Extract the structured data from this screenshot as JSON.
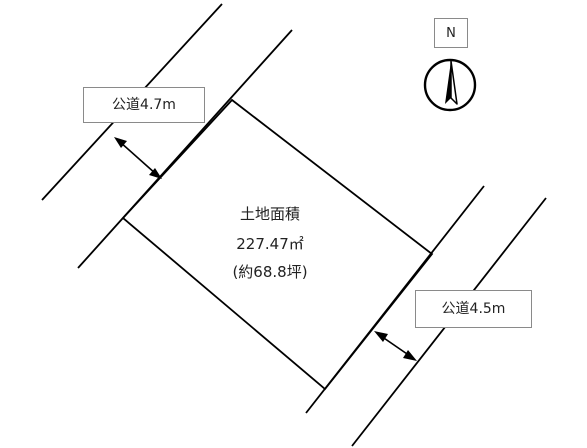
{
  "north": {
    "label": "N"
  },
  "roads": [
    {
      "label": "公道4.7m"
    },
    {
      "label": "公道4.5m"
    }
  ],
  "lot": {
    "title": "土地面積",
    "area_sqm": "227.47㎡",
    "area_tsubo": "(約68.8坪)"
  },
  "colors": {
    "line": "#000000",
    "box_border": "#8a8a8a",
    "text": "#222222"
  }
}
